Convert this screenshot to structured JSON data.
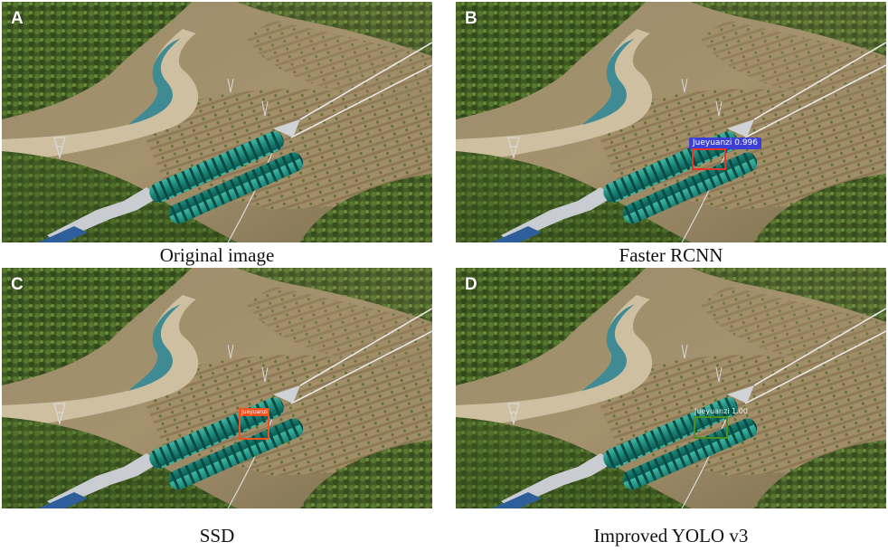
{
  "panels": [
    {
      "letter": "A",
      "caption": "Original image"
    },
    {
      "letter": "B",
      "caption": "Faster RCNN",
      "detection": {
        "label": "Jueyuanzi 0.996",
        "color": "#e8332a",
        "tag_bg": "#3b3fd6"
      }
    },
    {
      "letter": "C",
      "caption": "SSD",
      "detection": {
        "label": "Jueyuanzi",
        "color": "#f0501e",
        "tag_bg": "#f0501e"
      }
    },
    {
      "letter": "D",
      "caption": "Improved YOLO v3",
      "detection": {
        "label": "Jueyuanzi 1.00",
        "color": "#4a8f1f",
        "tag_bg": "transparent"
      }
    }
  ]
}
